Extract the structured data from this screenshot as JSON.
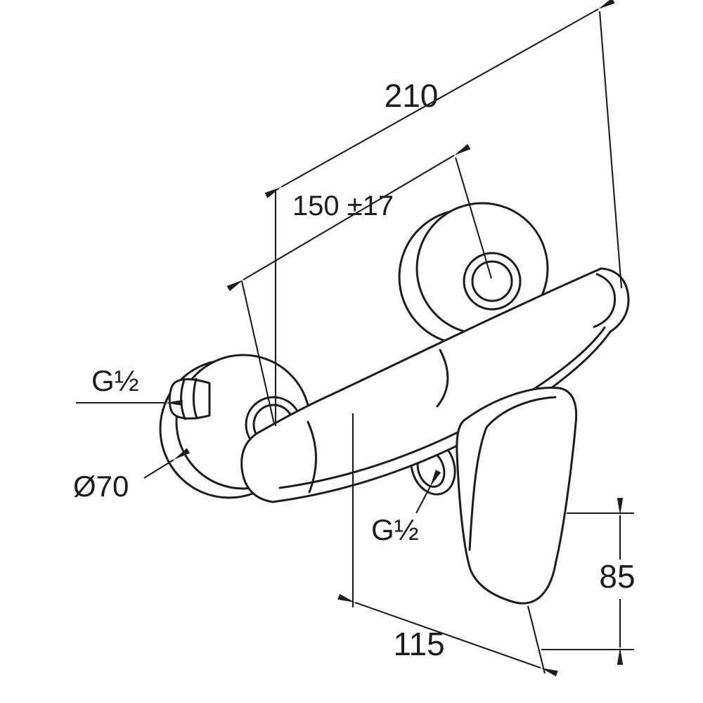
{
  "drawing": {
    "product": "wall-mounted single-lever shower mixer dimensional drawing",
    "background_color": "#ffffff",
    "line_color": "#1d1d1b",
    "labels": {
      "overall_width": "210",
      "connection_distance": "150 ±17",
      "inlet_thread": "G½",
      "escutcheon_diameter": "Ø70",
      "outlet_thread": "G½",
      "base_width": "115",
      "handle_height": "85"
    }
  }
}
